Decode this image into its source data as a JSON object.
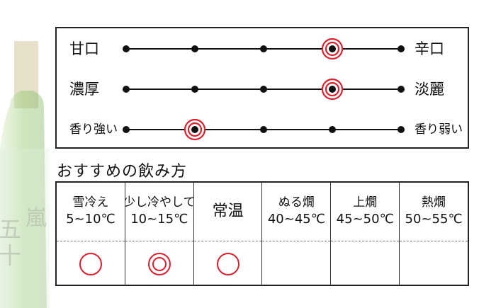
{
  "colors": {
    "accent": "#d8222e",
    "line": "#111111",
    "bottle_glass": "#8fc86a",
    "bottle_cap": "#b8a76a"
  },
  "bottle": {
    "label_text": "五十嵐",
    "icon": "sake-bottle-icon"
  },
  "taste_scale": {
    "points_per_row": 5,
    "rows": [
      {
        "left": "甘口",
        "right": "辛口",
        "level": 0.75,
        "marker": "double-circle",
        "small": false
      },
      {
        "left": "濃厚",
        "right": "淡麗",
        "level": 0.75,
        "marker": "double-circle",
        "small": false
      },
      {
        "left": "香り強い",
        "right": "香り弱い",
        "level": 0.25,
        "marker": "double-circle",
        "small": true
      }
    ]
  },
  "serving": {
    "title": "おすすめの飲み方",
    "columns": [
      {
        "name": "雪冷え",
        "range": "5~10℃",
        "mark": "circle"
      },
      {
        "name": "少し冷やして",
        "range": "10~15℃",
        "mark": "double-circle"
      },
      {
        "name": "常温",
        "range": "",
        "mark": "circle"
      },
      {
        "name": "ぬる燗",
        "range": "40~45℃",
        "mark": "none"
      },
      {
        "name": "上燗",
        "range": "45~50℃",
        "mark": "none"
      },
      {
        "name": "熱燗",
        "range": "50~55℃",
        "mark": "none"
      }
    ]
  }
}
